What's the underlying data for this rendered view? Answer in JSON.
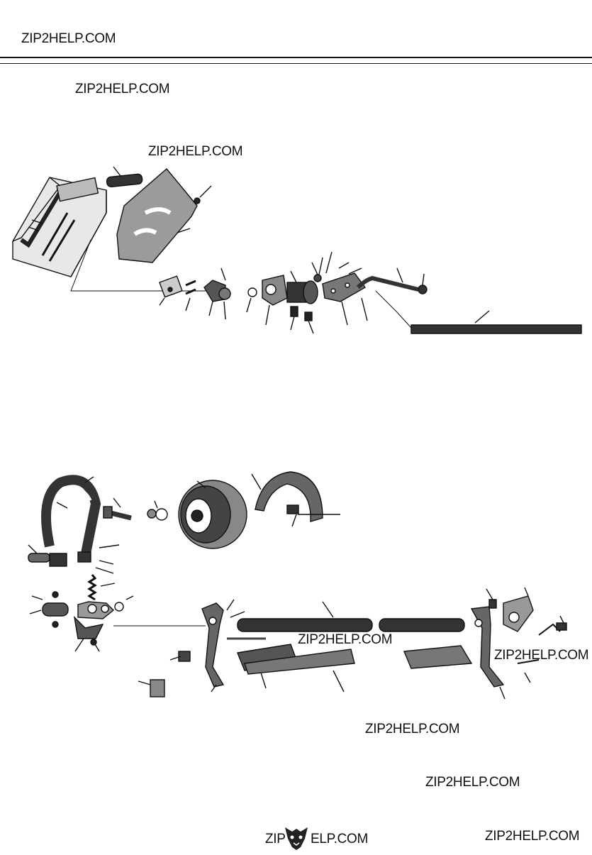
{
  "header": {
    "watermark": "ZIP2HELP.COM"
  },
  "watermarks": [
    "ZIP2HELP.COM",
    "ZIP2HELP.COM",
    "ZIP2HELP.COM",
    "ZIP2HELP.COM",
    "ZIP2HELP.COM",
    "ZIP2HELP.COM",
    "ZIP2HELP.COM"
  ],
  "footer": {
    "watermark_left": "ZIP",
    "watermark_right": "ELP.COM",
    "logo_icon": "wolf-head-icon",
    "watermark_corner": "ZIP2HELP.COM"
  },
  "figures": {
    "upper": "exploded-parts-diagram-shaft-assembly",
    "lower": "exploded-parts-diagram-brake-band-assembly"
  }
}
